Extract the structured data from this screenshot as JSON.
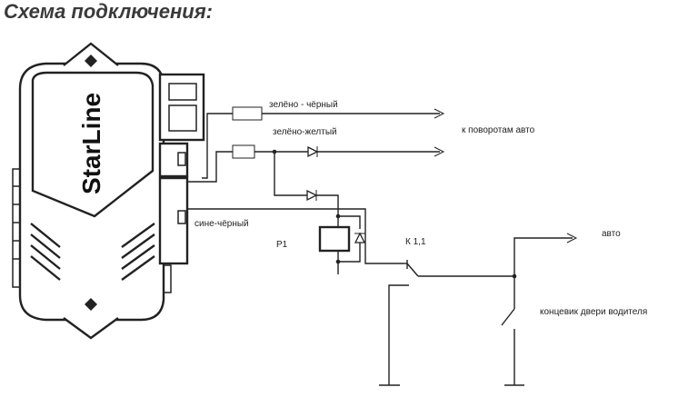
{
  "title": "Схема подключения:",
  "device": {
    "brand": "StarLine"
  },
  "labels": {
    "wire_green_black": "зелёно - чёрный",
    "wire_green_yellow": "зелёно-желтый",
    "wire_blue_black": "сине-чёрный",
    "to_turn_signals": "к поворотам  авто",
    "relay": "Р1",
    "contact": "К 1,1",
    "auto": "авто",
    "door_switch": "концевик двери водителя"
  }
}
